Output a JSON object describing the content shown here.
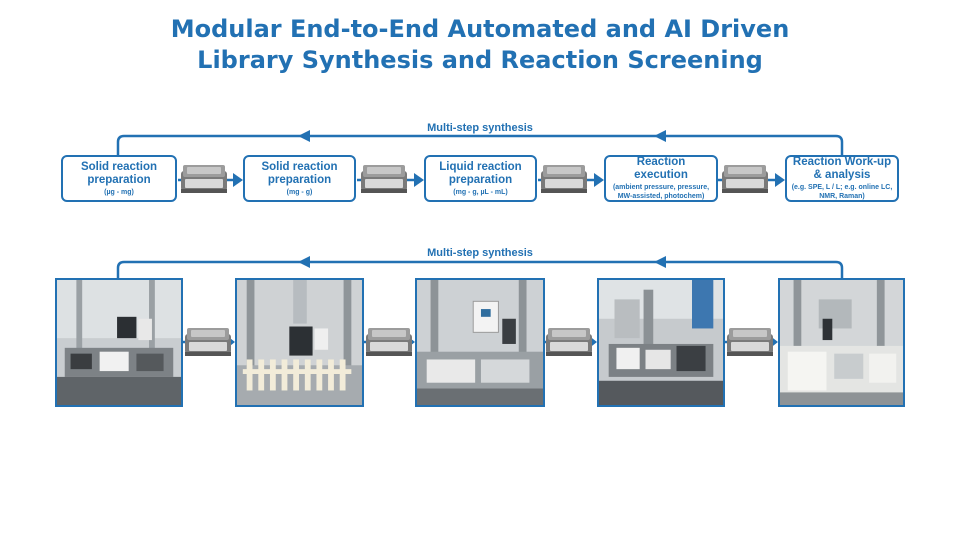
{
  "title": {
    "line1": "Modular End-to-End Automated and AI Driven",
    "line2": "Library Synthesis and Reaction Screening"
  },
  "top_row": {
    "loop_label": "Multi-step synthesis",
    "steps": [
      {
        "title": "Solid reaction preparation",
        "subtitle": "(µg - mg)"
      },
      {
        "title": "Solid reaction preparation",
        "subtitle": "(mg - g)"
      },
      {
        "title": "Liquid reaction preparation",
        "subtitle": "(mg - g, µL - mL)"
      },
      {
        "title": "Reaction execution",
        "subtitle": "(ambient pressure, pressure, MW-assisted, photochem)"
      },
      {
        "title": "Reaction Work-up & analysis",
        "subtitle": "(e.g. SPE, L / L; e.g. online LC, NMR, Raman)"
      }
    ]
  },
  "bottom_row": {
    "loop_label": "Multi-step synthesis",
    "photos": [
      "station-photo-1",
      "station-photo-2",
      "station-photo-3",
      "station-photo-4",
      "station-photo-5"
    ]
  },
  "colors": {
    "accent": "#2271b3",
    "carrier": "#6e6e6e"
  }
}
